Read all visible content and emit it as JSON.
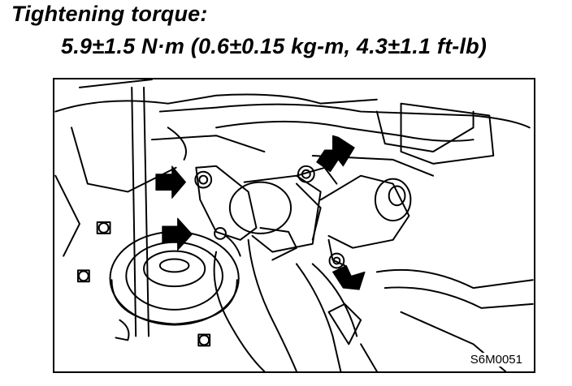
{
  "heading": {
    "title": "Tightening torque:",
    "torque_spec": "5.9±1.5 N·m (0.6±0.15 kg-m, 4.3±1.1 ft-lb)"
  },
  "figure": {
    "code": "S6M0051",
    "arrow_count": 4,
    "arrow_color": "#000000"
  }
}
